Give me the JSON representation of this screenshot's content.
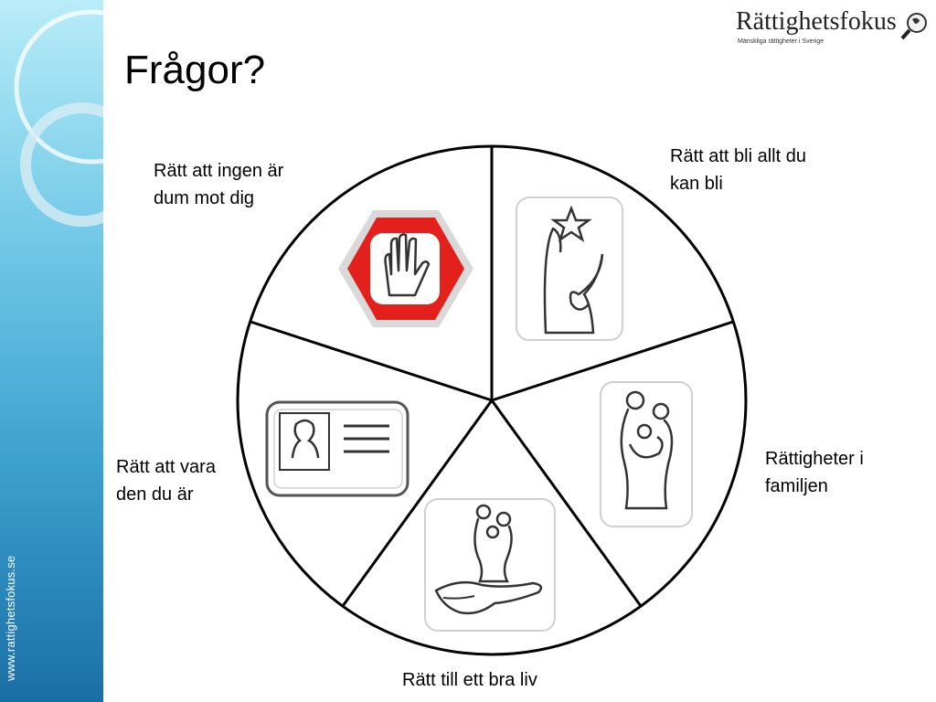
{
  "slide": {
    "title": "Frågor?",
    "url": "www.rattighetsfokus.se"
  },
  "logo": {
    "name": "Rättighetsfokus",
    "tagline": "Mänskliga rättigheter i Sverige"
  },
  "diagram": {
    "segments": [
      {
        "label_line1": "Rätt att ingen är",
        "label_line2": "dum mot dig",
        "icon": "stop-hand-icon"
      },
      {
        "label_line1": "Rätt att bli allt du",
        "label_line2": "kan bli",
        "icon": "star-figure-icon"
      },
      {
        "label_line1": "Rättigheter i",
        "label_line2": "familjen",
        "icon": "family-figure-icon"
      },
      {
        "label_line1": "Rätt till ett bra liv",
        "label_line2": "",
        "icon": "hand-holding-family-icon"
      },
      {
        "label_line1": "Rätt att vara",
        "label_line2": "den du är",
        "icon": "id-card-icon"
      }
    ]
  },
  "colors": {
    "sidebar_top": "#b9ecf8",
    "sidebar_bottom": "#1a6fa6",
    "stop_red": "#e3201b"
  }
}
